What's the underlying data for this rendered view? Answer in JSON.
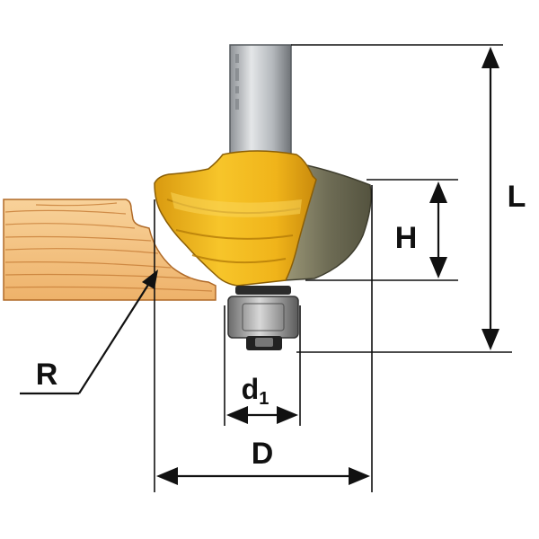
{
  "labels": {
    "L": "L",
    "H": "H",
    "R": "R",
    "d1_main": "d",
    "d1_sub": "1",
    "D": "D"
  },
  "colors": {
    "ink": "#111111",
    "wood_light": "#f6c98c",
    "wood_mid": "#e9a85f",
    "wood_grain": "#c9803a",
    "cutter_yellow": "#f2b81c",
    "cutter_shadow": "#c98a0c",
    "carbide_gray": "#7c7a62",
    "shank_steel": "#b9bcc0",
    "bearing_dark": "#2b2b2b"
  },
  "icons": {
    "router_bit": "router-bit-illustration",
    "workpiece": "wood-profile-illustration"
  }
}
